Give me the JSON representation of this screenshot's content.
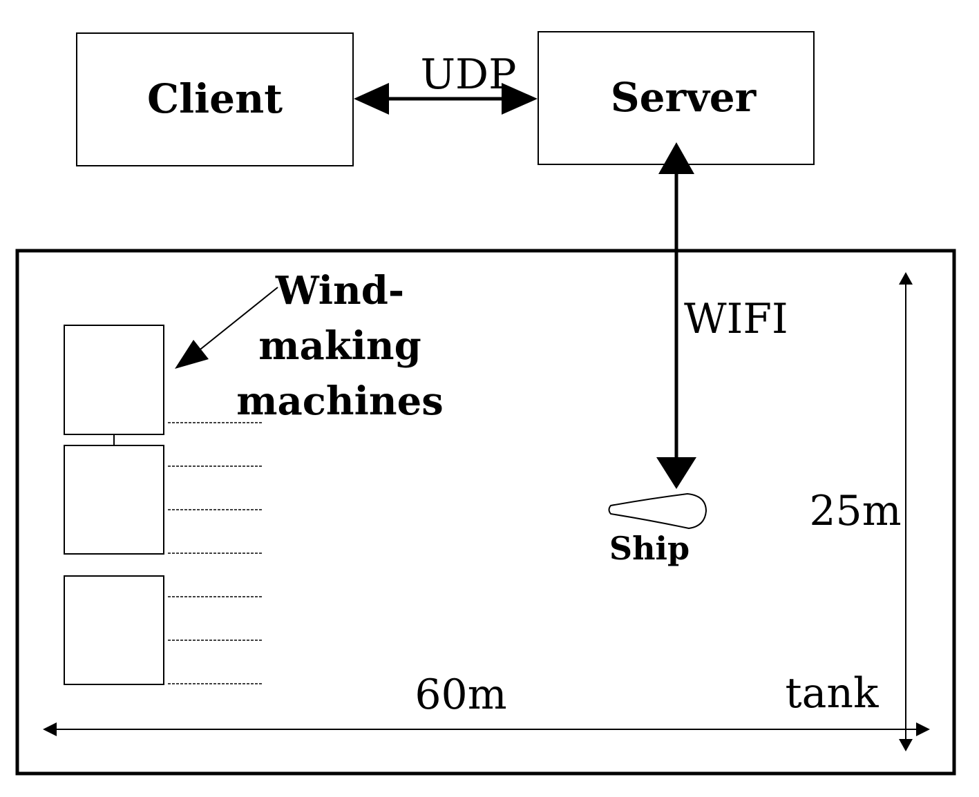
{
  "nodes": {
    "client": "Client",
    "server": "Server"
  },
  "links": {
    "udp": "UDP",
    "wifi": "WIFI"
  },
  "machines": {
    "label_line1": "Wind-",
    "label_line2": "making",
    "label_line3": "machines"
  },
  "ship": "Ship",
  "tank": {
    "label": "tank",
    "length": "60m",
    "width": "25m"
  },
  "colors": {
    "line": "#000000",
    "background": "#ffffff"
  }
}
